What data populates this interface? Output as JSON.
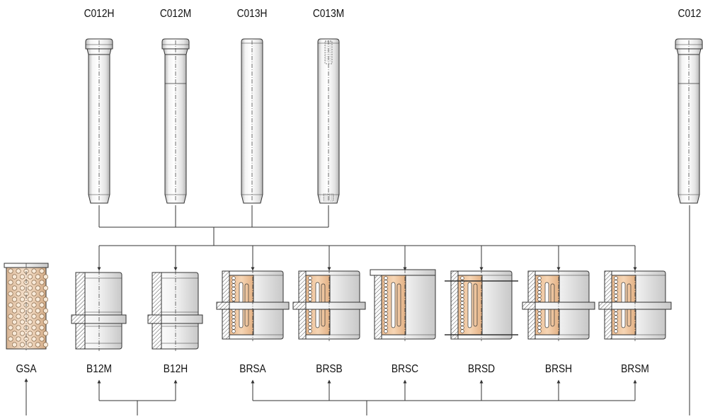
{
  "pins": [
    {
      "id": "c012h",
      "label": "C012H"
    },
    {
      "id": "c012m",
      "label": "C012M"
    },
    {
      "id": "c013h",
      "label": "C013H"
    },
    {
      "id": "c013m",
      "label": "C013M"
    },
    {
      "id": "c012-right",
      "label": "C012"
    }
  ],
  "bushings": [
    {
      "id": "gsa",
      "label": "GSA"
    },
    {
      "id": "b12m",
      "label": "B12M"
    },
    {
      "id": "b12h",
      "label": "B12H"
    },
    {
      "id": "brsa",
      "label": "BRSA"
    },
    {
      "id": "brsb",
      "label": "BRSB"
    },
    {
      "id": "brsc",
      "label": "BRSC"
    },
    {
      "id": "brsd",
      "label": "BRSD"
    },
    {
      "id": "brsh",
      "label": "BRSH"
    },
    {
      "id": "brsm",
      "label": "BRSM"
    }
  ],
  "colors": {
    "line": "#333333",
    "steel_light": "#ffffff",
    "steel_mid": "#e8e8e8",
    "steel_dark": "#b9b9b9",
    "bronze": "#f2c9a2",
    "hatch": "#555555"
  }
}
